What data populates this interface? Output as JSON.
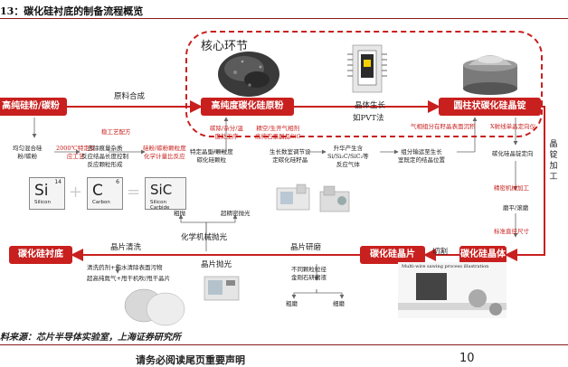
{
  "title": "13：碳化硅衬底的制备流程概览",
  "core": {
    "label": "核心环节"
  },
  "nodes": {
    "powder": "高纯硅粉/碳粉",
    "raw": "高纯度碳化硅原粉",
    "ingot": "圆柱状碳化硅晶锭",
    "crystal": "碳化硅晶体",
    "wafer": "碳化硅晶片",
    "substrate": "碳化硅衬底"
  },
  "labels": {
    "synthesis": "原料合成",
    "growth": "晶体生长",
    "pvt": "如PVT法",
    "wafer_clean": "晶片清洗",
    "wafer_grind": "晶片研磨",
    "cut": "切割",
    "wafer_polish": "晶片抛光",
    "chem_polish": "化学机械抛光",
    "rough_polish": "粗抛",
    "fine_polish": "超精密抛光",
    "ingot_proc": "晶锭加工"
  },
  "notes": {
    "p1": "均匀混合硅\n粉/碳粉",
    "p2_title": "2000℃特定反\n应工艺",
    "p3": "去除痕量杂质\n反应结晶长度控制\n反应颗粒形成",
    "p3_red": "稳工艺配方",
    "p4_red": "硅粉/碳粉颗粒度\n化学计量比反应",
    "p5": "特定晶型/颗粒度\n碳化硅颗粒",
    "r1_red": "碳除/杂分/温\n度处工序",
    "r2_red": "精空/生开气相剂\n高纯石墨器品SiC",
    "g1": "生长数室调节设\n定碳化硅籽晶",
    "g2": "升华产生含\nSi/Si₂C/SiC₂等\n反应气体",
    "g3": "组分输运至生长\n室既定的结晶位置",
    "g4_red": "气相组分在籽晶表面沉积",
    "g5_red": "X射线单晶定向仪",
    "g6": "碳化硅晶锭定向",
    "g7_red": "精密机械加工",
    "g8": "磨平/滚磨",
    "g9_red": "标准直径尺寸",
    "w1": "清洗药剂+纯水清除表面污物",
    "w2": "超高纯氮气+甩干机吹/甩干晶片",
    "w3": "不同颗粒粒径\n金刚石研磨液",
    "w4": "粗磨",
    "w5": "细磨",
    "multiwire": "Multi-wire sawing process illustration"
  },
  "elements": {
    "si": {
      "num": "14",
      "sym": "Si",
      "name": "Silicon"
    },
    "c": {
      "num": "6",
      "sym": "C",
      "name": "Carbon"
    },
    "sic": {
      "sym": "SiC",
      "name": "Silicon Carbide"
    },
    "plus": "+",
    "equals": "="
  },
  "source": "料来源：芯片半导体实验室，上海证券研究所",
  "footer": "请务必阅读尾页重要声明",
  "page": "10",
  "colors": {
    "accent": "#c8201e",
    "rule": "#8a1c1c"
  }
}
